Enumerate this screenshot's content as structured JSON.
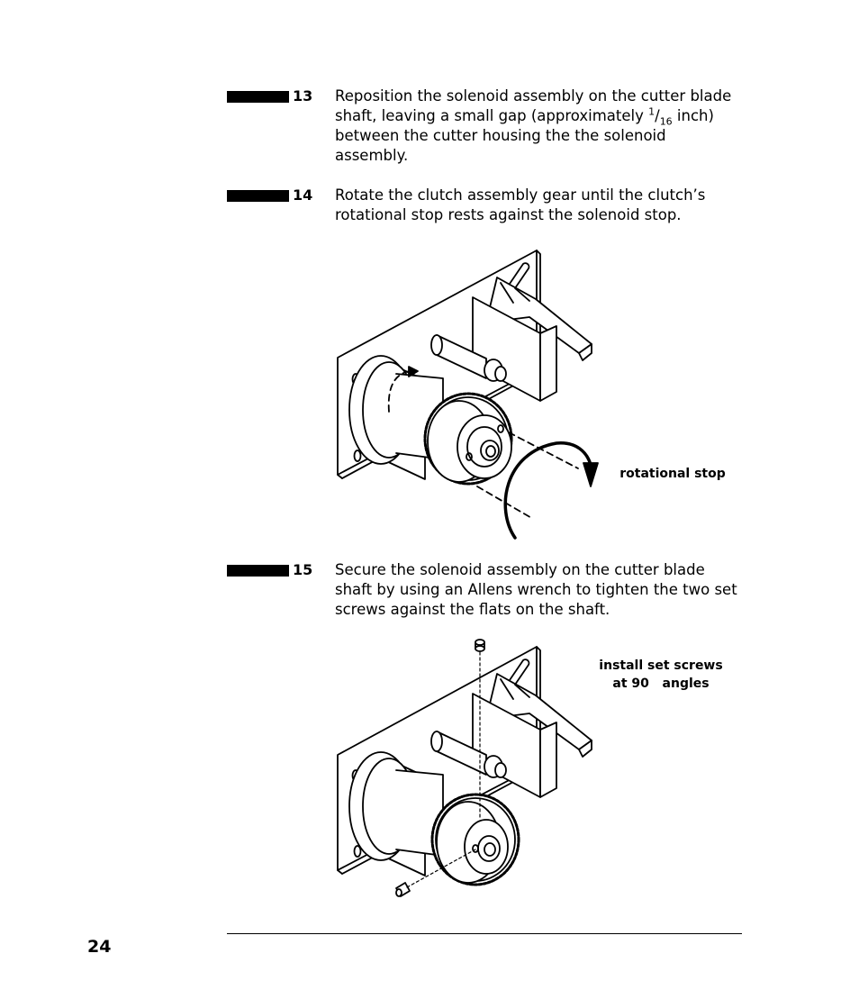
{
  "steps": [
    {
      "number": "13",
      "text_before": "Reposition the solenoid assembly on the cutter blade shaft, leaving a small gap (approximately ",
      "frac_num": "1",
      "frac_sep": "/",
      "frac_den": "16",
      "text_after": " inch) between the cutter housing the the solenoid assembly."
    },
    {
      "number": "14",
      "text": "Rotate the clutch assembly gear until the clutch’s rotational stop rests against the solenoid stop."
    },
    {
      "number": "15",
      "text": "Secure the solenoid assembly on the cutter blade shaft by using an Allens wrench to tighten the two set screws against the flats on the shaft."
    }
  ],
  "figure1": {
    "label": "rotational stop"
  },
  "figure2": {
    "label_line1": "install set screws",
    "label_line2": "at 90   angles"
  },
  "footer": {
    "page_number": "24"
  }
}
